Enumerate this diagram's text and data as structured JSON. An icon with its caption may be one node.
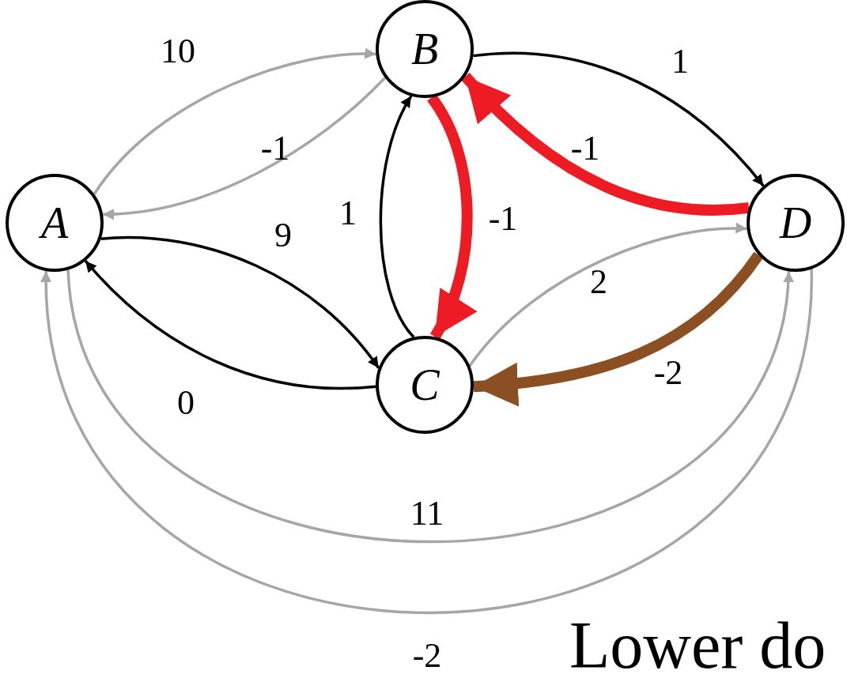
{
  "diagram": {
    "nodes": [
      {
        "text": [
          "A"
        ]
      },
      {
        "text": [
          "B"
        ]
      },
      {
        "text": [
          "C"
        ]
      },
      {
        "text": [
          "D"
        ]
      }
    ],
    "edges": [
      {
        "from": 0,
        "to": 1,
        "arrow": "to",
        "label": "10",
        "color": "#a6a6a6"
      },
      {
        "from": 1,
        "to": 0,
        "arrow": "to",
        "label": "-1",
        "color": "#a6a6a6"
      },
      {
        "from": 0,
        "to": 2,
        "arrow": "to",
        "label": "9",
        "color": "#000000"
      },
      {
        "from": 2,
        "to": 0,
        "arrow": "to",
        "label": "0",
        "color": "#000000"
      },
      {
        "from": 2,
        "to": 1,
        "arrow": "to",
        "label": "1",
        "color": "#000000"
      },
      {
        "from": 1,
        "to": 2,
        "arrow": "to",
        "label": "-1",
        "style": "thick",
        "color": "#ed1c24"
      },
      {
        "from": 1,
        "to": 3,
        "arrow": "to",
        "label": "1",
        "color": "#000000"
      },
      {
        "from": 3,
        "to": 1,
        "arrow": "to",
        "label": "-1",
        "style": "thick",
        "color": "#ed1c24"
      },
      {
        "from": 2,
        "to": 3,
        "arrow": "to",
        "label": "2",
        "color": "#a6a6a6"
      },
      {
        "from": 3,
        "to": 2,
        "arrow": "to",
        "label": "-2",
        "style": "thick",
        "color": "#8b4f22"
      },
      {
        "from": 0,
        "to": 3,
        "arrow": "to",
        "label": "11",
        "color": "#a6a6a6"
      },
      {
        "from": 3,
        "to": 0,
        "arrow": "to",
        "label": "-2",
        "color": "#a6a6a6"
      }
    ],
    "labels": [
      "Lower do"
    ]
  }
}
